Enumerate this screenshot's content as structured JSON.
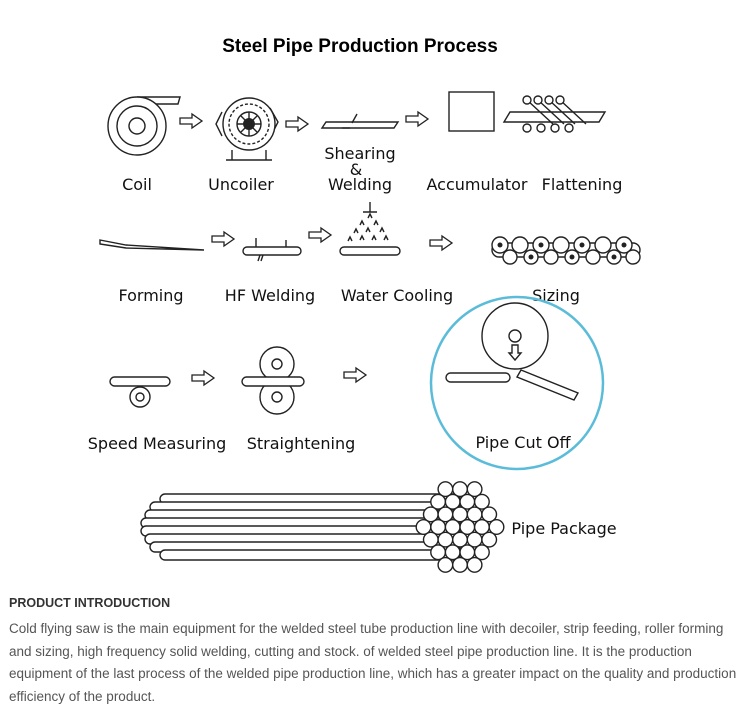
{
  "title": "Steel Pipe Production Process",
  "steps": {
    "coil": "Coil",
    "uncoiler": "Uncoiler",
    "shearing": [
      "Shearing",
      "&",
      "Welding"
    ],
    "accumulator": "Accumulator",
    "flattening": "Flattening",
    "forming": "Forming",
    "hf_welding": "HF Welding",
    "water_cooling": "Water Cooling",
    "sizing": "Sizing",
    "speed_measuring": "Speed Measuring",
    "straightening": "Straightening",
    "pipe_cut_off": "Pipe Cut Off",
    "pipe_package": "Pipe Package"
  },
  "colors": {
    "highlight_circle": "#5bbcd9",
    "line": "#222222"
  },
  "intro": {
    "heading": "PRODUCT INTRODUCTION",
    "body": "Cold flying saw is the main equipment for the welded steel tube production line with decoiler, strip feeding, roller forming and sizing, high frequency solid welding, cutting and stock. of welded steel pipe production line. It is the production equipment of the last process of the welded pipe production line, which has a greater impact on the quality and production efficiency of the product."
  }
}
